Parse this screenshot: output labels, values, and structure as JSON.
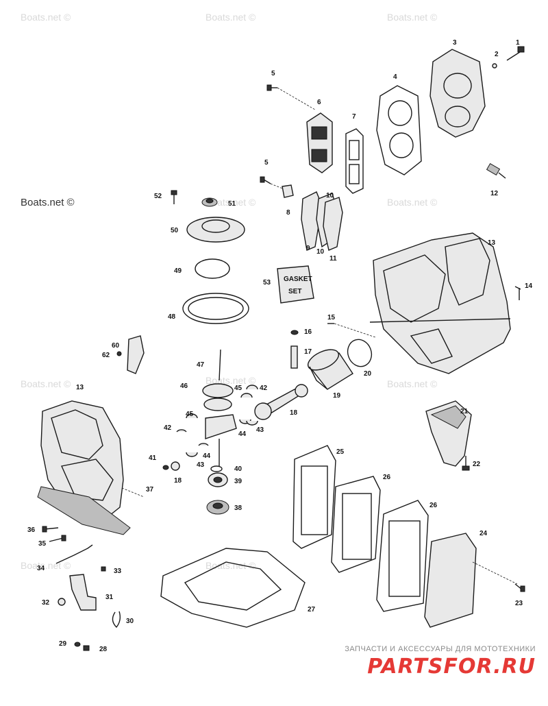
{
  "watermark": "Boats.net ©",
  "footer": {
    "tagline": "ЗАПЧАСТИ И АКСЕССУАРЫ ДЛЯ МОТОТЕХНИКИ",
    "logo": "PARTSFOR.RU"
  },
  "gasket_set_label": [
    "GASKET",
    "SET"
  ],
  "part_numbers": {
    "n1": "1",
    "n2": "2",
    "n3": "3",
    "n4": "4",
    "n5a": "5",
    "n5b": "5",
    "n6": "6",
    "n7": "7",
    "n8": "8",
    "n9": "9",
    "n10a": "10",
    "n10b": "10",
    "n11": "11",
    "n12": "12",
    "n13a": "13",
    "n13b": "13",
    "n14": "14",
    "n15": "15",
    "n16": "16",
    "n17": "17",
    "n18a": "18",
    "n18b": "18",
    "n19": "19",
    "n20": "20",
    "n21": "21",
    "n22": "22",
    "n23": "23",
    "n24": "24",
    "n25": "25",
    "n26a": "26",
    "n26b": "26",
    "n27": "27",
    "n28": "28",
    "n29": "29",
    "n30": "30",
    "n31": "31",
    "n32": "32",
    "n33": "33",
    "n34": "34",
    "n35": "35",
    "n36": "36",
    "n37": "37",
    "n38": "38",
    "n39": "39",
    "n40": "40",
    "n41": "41",
    "n42a": "42",
    "n42b": "42",
    "n43a": "43",
    "n43b": "43",
    "n44a": "44",
    "n44b": "44",
    "n45a": "45",
    "n45b": "45",
    "n46": "46",
    "n47": "47",
    "n48": "48",
    "n49": "49",
    "n50": "50",
    "n51": "51",
    "n52": "52",
    "n53": "53",
    "n60": "60",
    "n62": "62"
  }
}
